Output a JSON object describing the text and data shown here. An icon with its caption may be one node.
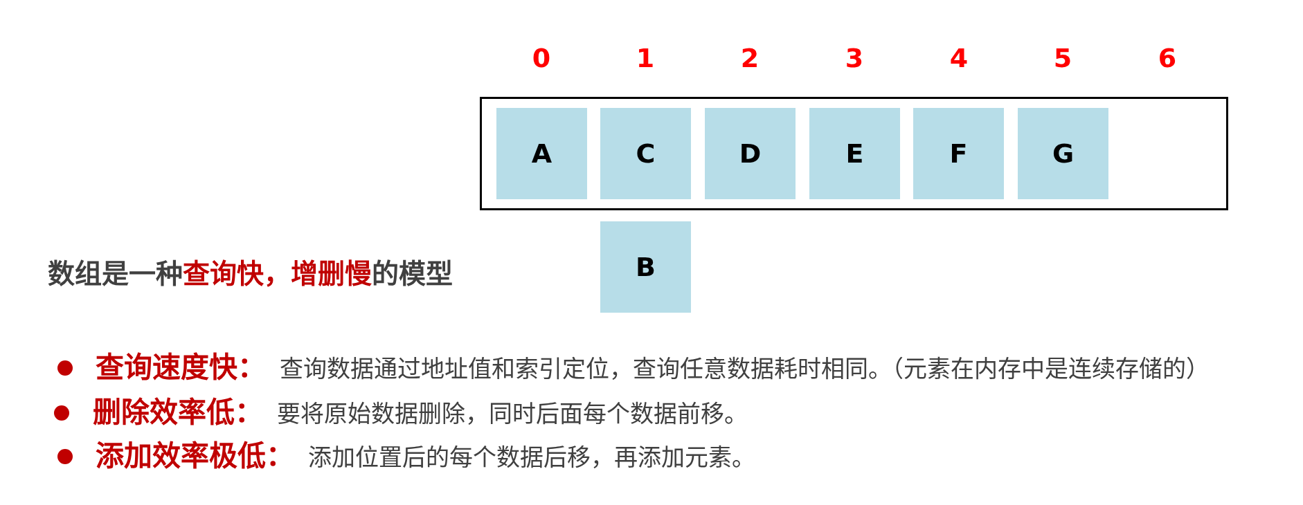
{
  "diagram": {
    "nodes": [
      {
        "text": [],
        "shape": "box"
      },
      {
        "text": [
          "A"
        ],
        "in": 0
      },
      {
        "text": [
          "C"
        ],
        "in": 0
      },
      {
        "text": [
          "D"
        ],
        "in": 0
      },
      {
        "text": [
          "E"
        ],
        "in": 0
      },
      {
        "text": [
          "F"
        ],
        "in": 0
      },
      {
        "text": [
          "G"
        ],
        "in": 0
      },
      {
        "text": [
          "B"
        ]
      }
    ],
    "labels": [
      "0",
      "1",
      "2",
      "3",
      "4",
      "5",
      "6",
      "数组是一种**查询快，增删慢**的模型",
      "**查询速度快：**查询数据通过地址值和索引定位，查询任意数据耗时相同。（元素在内存中是连续存储的）",
      "**删除效率低：**要将原始数据删除，同时后面每个数据前移。",
      "**添加效率极低：**添加位置后的每个数据后移，再添加元素。"
    ]
  }
}
